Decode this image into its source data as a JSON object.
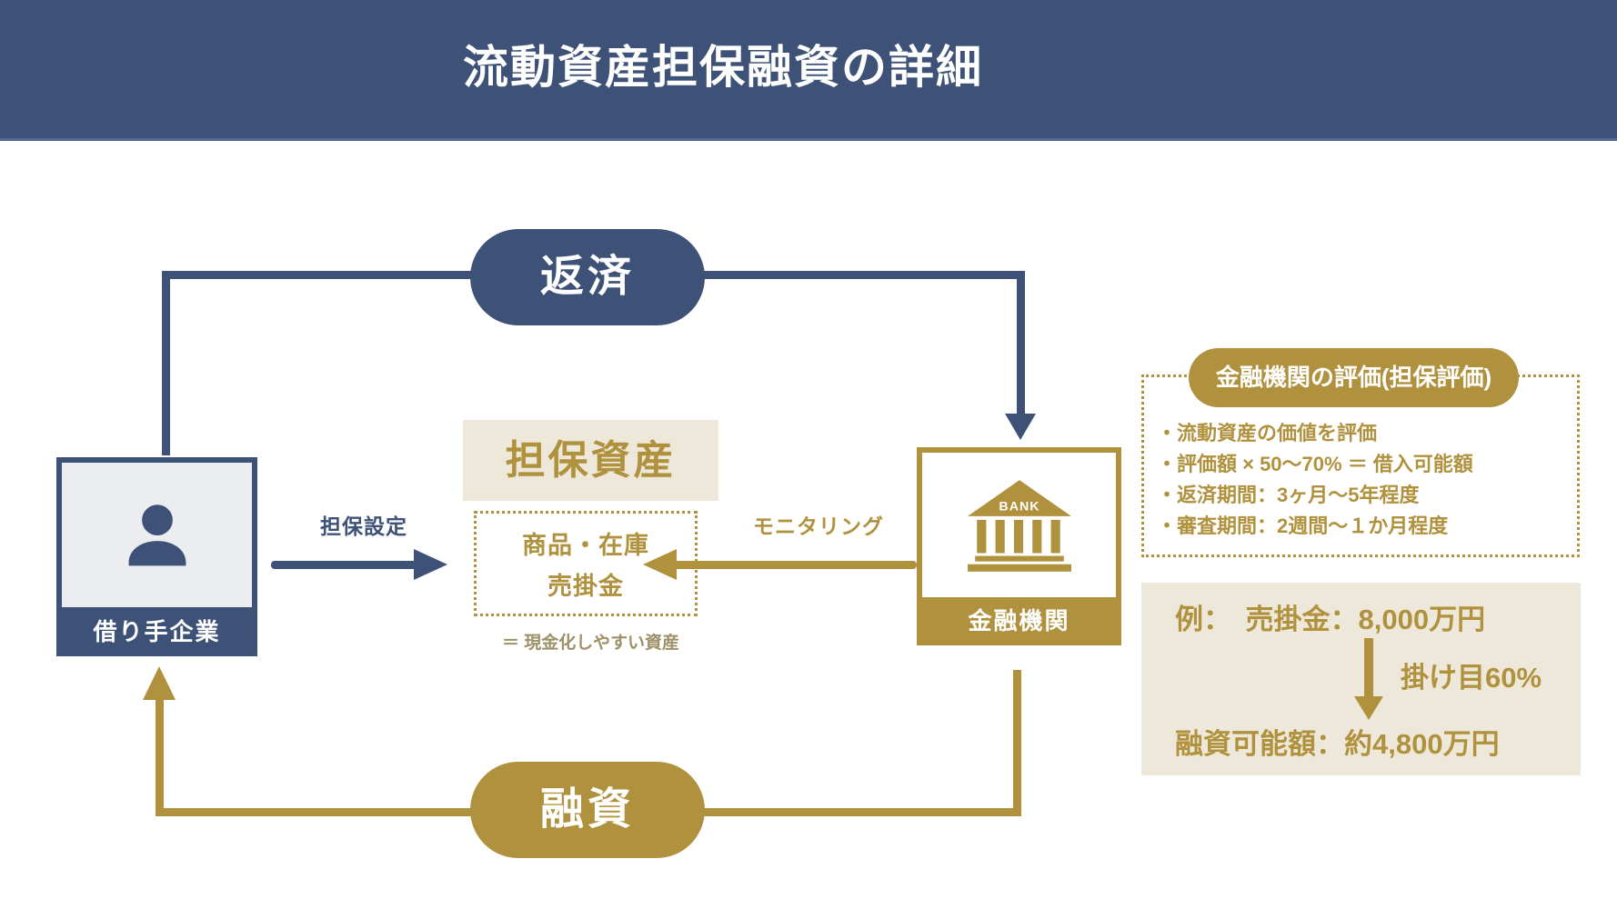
{
  "header": {
    "title": "流動資産担保融資の詳細"
  },
  "colors": {
    "navy": "#3E5277",
    "gold": "#B0923E",
    "tan": "#EDE8DA",
    "note_gold": "#9C9168",
    "borrower_fill": "#ECEDF1"
  },
  "flow": {
    "repayment_label": "返済",
    "loan_label": "融資",
    "collateral_setting_label": "担保設定",
    "monitoring_label": "モニタリング",
    "borrower": {
      "label": "借り手企業"
    },
    "bank": {
      "label": "金融機関",
      "icon_text": "BANK"
    },
    "collateral": {
      "title": "担保資産",
      "items": [
        "商品・在庫",
        "売掛金"
      ],
      "note": "＝ 現金化しやすい資産"
    }
  },
  "evaluation_panel": {
    "title": "金融機関の評価(担保評価)",
    "bullets": [
      "・流動資産の価値を評価",
      "・評価額 × 50〜70% ＝ 借入可能額",
      "・返済期間：3ヶ月〜5年程度",
      "・審査期間：2週間〜１か月程度"
    ]
  },
  "example_panel": {
    "case_line": "例：　売掛金：8,000万円",
    "rate_label": "掛け目60%",
    "result_line": "融資可能額：約4,800万円"
  }
}
